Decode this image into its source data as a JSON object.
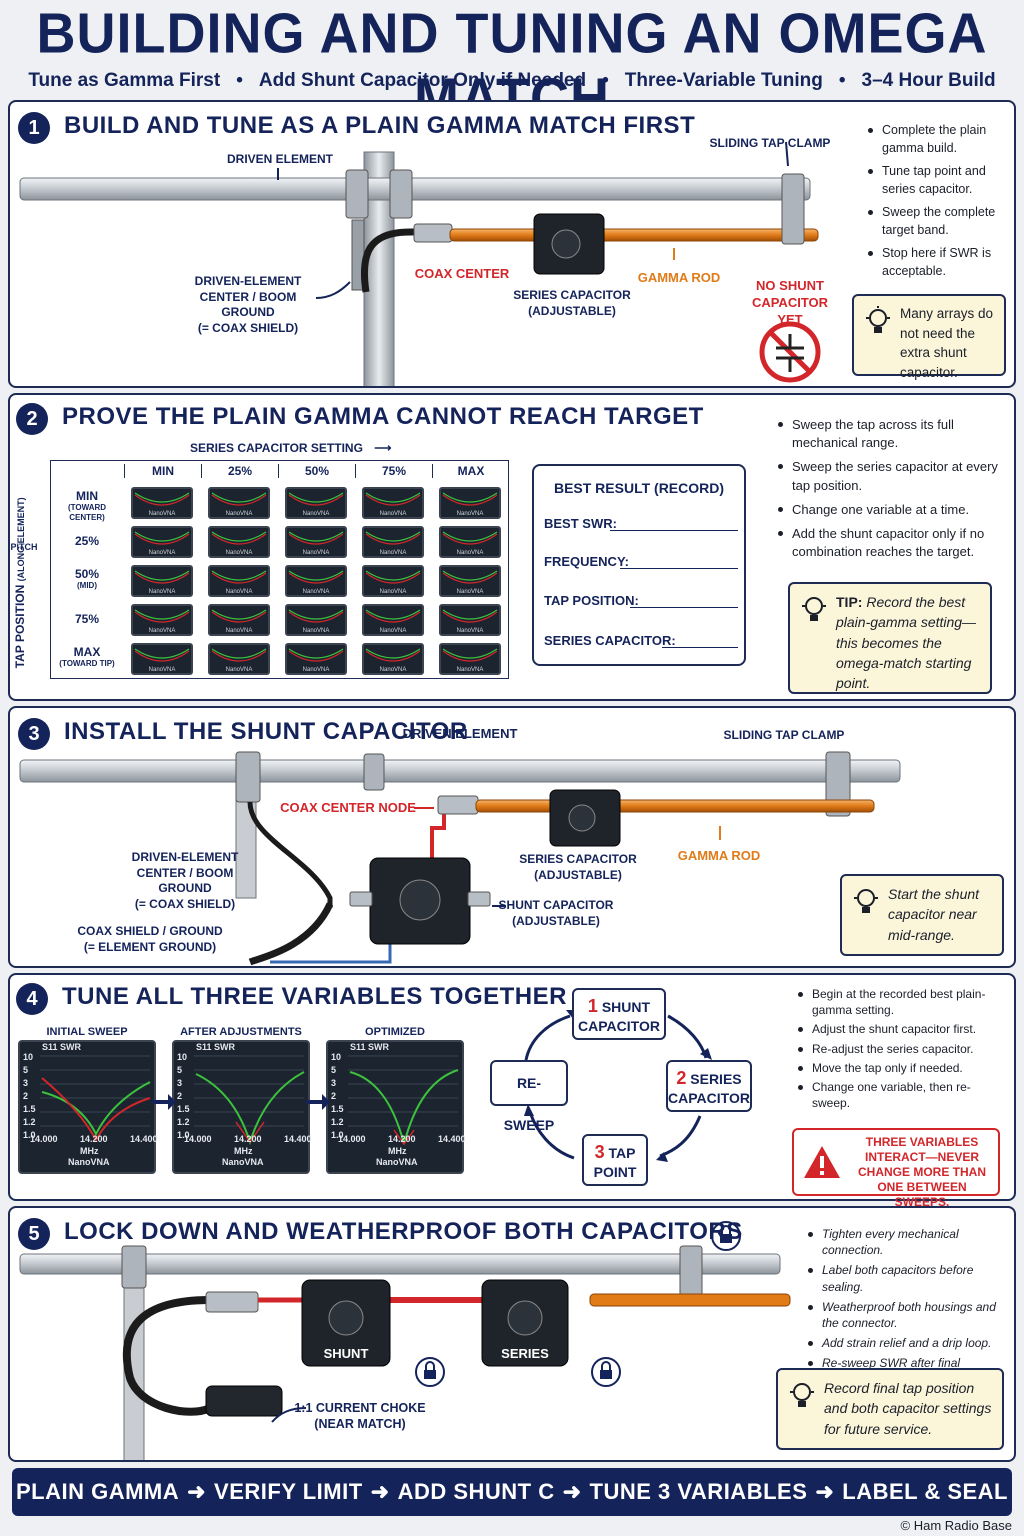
{
  "header": {
    "title": "BUILDING AND TUNING AN OMEGA MATCH",
    "subtitle_parts": [
      "Tune as Gamma First",
      "Add Shunt Capacitor Only if Needed",
      "Three-Variable Tuning",
      "3–4 Hour Build"
    ]
  },
  "step1": {
    "number": "1",
    "title": "BUILD AND TUNE AS A PLAIN GAMMA MATCH FIRST",
    "labels": {
      "driven_element": "DRIVEN ELEMENT",
      "sliding_tap_clamp": "SLIDING TAP CLAMP",
      "coax_center": "COAX CENTER",
      "gamma_rod": "GAMMA ROD",
      "series_cap_l1": "SERIES CAPACITOR",
      "series_cap_l2": "(ADJUSTABLE)",
      "ground_l1": "DRIVEN-ELEMENT",
      "ground_l2": "CENTER / BOOM GROUND",
      "ground_l3": "(= COAX SHIELD)",
      "no_shunt_l1": "NO SHUNT",
      "no_shunt_l2": "CAPACITOR YET"
    },
    "bullets": [
      "Complete the plain gamma build.",
      "Tune tap point and series capacitor.",
      "Sweep the complete target band.",
      "Stop here if SWR is acceptable."
    ],
    "tip": "Many arrays do not need the extra shunt capacitor."
  },
  "step2": {
    "number": "2",
    "title": "PROVE THE PLAIN GAMMA CANNOT REACH TARGET",
    "series_setting_label": "SERIES CAPACITOR SETTING",
    "tap_axis_label": "TAP POSITION",
    "tap_axis_sub": "(ALONG ELEMENT)",
    "pitch_label": "PITCH",
    "columns": [
      "MIN",
      "25%",
      "50%",
      "75%",
      "MAX"
    ],
    "rows": [
      {
        "main": "MIN",
        "sub": "(TOWARD CENTER)"
      },
      {
        "main": "25%",
        "sub": ""
      },
      {
        "main": "50%",
        "sub": "(MID)"
      },
      {
        "main": "75%",
        "sub": ""
      },
      {
        "main": "MAX",
        "sub": "(TOWARD TIP)"
      }
    ],
    "device_label": "NanoVNA",
    "record": {
      "title": "BEST RESULT  (RECORD)",
      "fields": [
        "BEST SWR:",
        "FREQUENCY:",
        "TAP POSITION:",
        "SERIES CAPACITOR:"
      ]
    },
    "bullets": [
      "Sweep the tap across its full mechanical range.",
      "Sweep the series capacitor at every tap position.",
      "Change one variable at a time.",
      "Add the shunt capacitor only if no combination reaches the target."
    ],
    "tip_bold": "TIP:",
    "tip": "Record the best plain-gamma setting—this becomes the omega-match starting point."
  },
  "step3": {
    "number": "3",
    "title": "INSTALL THE SHUNT CAPACITOR",
    "labels": {
      "driven_element": "DRIVEN ELEMENT",
      "sliding_tap_clamp": "SLIDING TAP CLAMP",
      "coax_center_node": "COAX CENTER NODE",
      "gamma_rod": "GAMMA ROD",
      "series_cap_l1": "SERIES CAPACITOR",
      "series_cap_l2": "(ADJUSTABLE)",
      "shunt_cap_l1": "SHUNT CAPACITOR",
      "shunt_cap_l2": "(ADJUSTABLE)",
      "ground_l1": "DRIVEN-ELEMENT",
      "ground_l2": "CENTER / BOOM GROUND",
      "ground_l3": "(= COAX SHIELD)",
      "shield_l1": "COAX SHIELD / GROUND",
      "shield_l2": "(= ELEMENT GROUND)"
    },
    "tip": "Start the shunt capacitor near mid-range."
  },
  "step4": {
    "number": "4",
    "title": "TUNE ALL THREE VARIABLES TOGETHER",
    "sweeps": [
      {
        "title": "INITIAL SWEEP"
      },
      {
        "title": "AFTER ADJUSTMENTS"
      },
      {
        "title": "OPTIMIZED"
      }
    ],
    "sweep_text": {
      "s11": "S11",
      "swr": "SWR",
      "y_ticks": [
        "10",
        "5",
        "3",
        "2",
        "1.5",
        "1.2",
        "1.0"
      ],
      "x_ticks": [
        "14.000",
        "14.200",
        "14.400"
      ],
      "unit": "MHz",
      "device": "NanoVNA"
    },
    "cycle": {
      "shunt_num": "1",
      "shunt_l1": "SHUNT",
      "shunt_l2": "CAPACITOR",
      "series_num": "2",
      "series_l1": "SERIES",
      "series_l2": "CAPACITOR",
      "tap_num": "3",
      "tap_l1": "TAP",
      "tap_l2": "POINT",
      "resweep": "RE-SWEEP"
    },
    "bullets": [
      "Begin at the recorded best plain-gamma setting.",
      "Adjust the shunt capacitor first.",
      "Re-adjust the series capacitor.",
      "Move the tap only if needed.",
      "Change one variable, then re-sweep."
    ],
    "warning": "THREE VARIABLES INTERACT—NEVER CHANGE MORE THAN ONE BETWEEN SWEEPS."
  },
  "step5": {
    "number": "5",
    "title": "LOCK DOWN AND WEATHERPROOF BOTH CAPACITORS",
    "labels": {
      "shunt": "SHUNT",
      "series": "SERIES",
      "choke_l1": "1:1 CURRENT CHOKE",
      "choke_l2": "(NEAR MATCH)"
    },
    "bullets": [
      "Tighten every mechanical connection.",
      "Label both capacitors before sealing.",
      "Weatherproof both housings and the connector.",
      "Add strain relief and a drip loop.",
      "Re-sweep SWR after final assembly."
    ],
    "tip": "Record final tap position and both capacitor settings for future service."
  },
  "footer": {
    "steps": [
      "PLAIN GAMMA",
      "VERIFY LIMIT",
      "ADD SHUNT C",
      "TUNE 3 VARIABLES",
      "LABEL & SEAL"
    ],
    "arrow": "➜"
  },
  "copyright": "© Ham Radio Base",
  "colors": {
    "navy": "#14235a",
    "red": "#d3262a",
    "orange": "#e07b18",
    "tip_bg": "#fbf5d9"
  }
}
